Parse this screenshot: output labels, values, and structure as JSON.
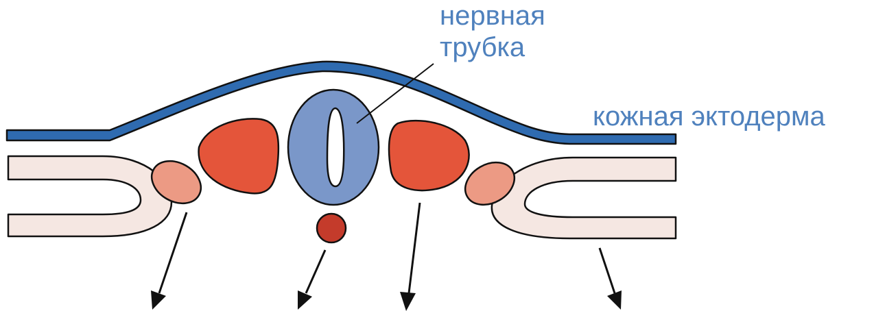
{
  "labels": {
    "neural_tube_line1": "нервная",
    "neural_tube_line2": "трубка",
    "skin_ectoderm": "кожная эктодерма"
  },
  "colors": {
    "label_text": "#4f81bd",
    "ectoderm": "#2f6bb0",
    "neural_tube": "#7a97c9",
    "somite": "#e4553a",
    "intermediate_mesoderm": "#ec9a84",
    "lateral_plate": "#f5e7e2",
    "notochord": "#c43b2b",
    "outline": "#111111"
  }
}
